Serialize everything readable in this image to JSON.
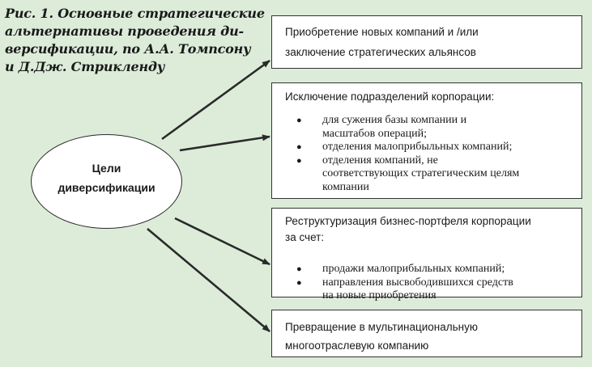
{
  "caption": {
    "lines": [
      "Рис. 1. Основные стратегические",
      "альтернативы проведения ди-",
      "версификации, по А.А. Томпсону",
      "и Д.Дж. Стрикленду"
    ]
  },
  "center": {
    "lines": [
      "Цели",
      "диверсификации"
    ]
  },
  "boxes": [
    {
      "heading": [
        "Приобретение новых компаний и /или",
        "заключение стратегических альянсов"
      ],
      "items": []
    },
    {
      "heading": [
        "Исключение подразделений корпорации:"
      ],
      "items": [
        [
          "для сужения базы компании и",
          "масштабов операций;"
        ],
        [
          "отделения малоприбыльных компаний;"
        ],
        [
          "отделения компаний, не",
          "соответствующих стратегическим целям",
          "компании"
        ]
      ]
    },
    {
      "heading": [
        "Реструктуризация бизнес-портфеля корпорации",
        "за счет:"
      ],
      "items": [
        [
          "продажи малоприбыльных компаний;"
        ],
        [
          "направления высвободившихся средств",
          "на новые приобретения"
        ]
      ]
    },
    {
      "heading": [
        "Превращение в мультинациональную",
        "многоотраслевую компанию"
      ],
      "items": []
    }
  ],
  "bullet_glyph": "●",
  "colors": {
    "background": "#dcecd9",
    "box_fill": "#ffffff",
    "stroke": "#2a2a2a"
  }
}
